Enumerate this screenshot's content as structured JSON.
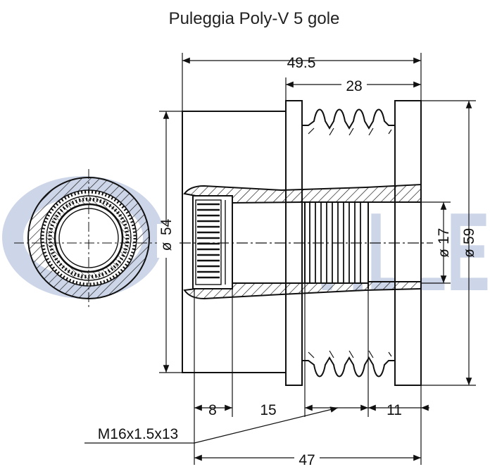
{
  "title": "Puleggia Poly-V 5 gole",
  "watermark": "RUVILLE",
  "colors": {
    "line": "#111111",
    "watermark": "#cdd6e8"
  },
  "dimensions": {
    "overall_width": "49.5",
    "groove_width": "28",
    "left_diameter": "54",
    "bore_diameter": "17",
    "pulley_diameter": "59",
    "seg_left": "8",
    "seg_mid": "15",
    "seg_right": "11",
    "thread": "M16x1.5x13",
    "total_length": "47"
  },
  "diameter_symbol": "ø"
}
